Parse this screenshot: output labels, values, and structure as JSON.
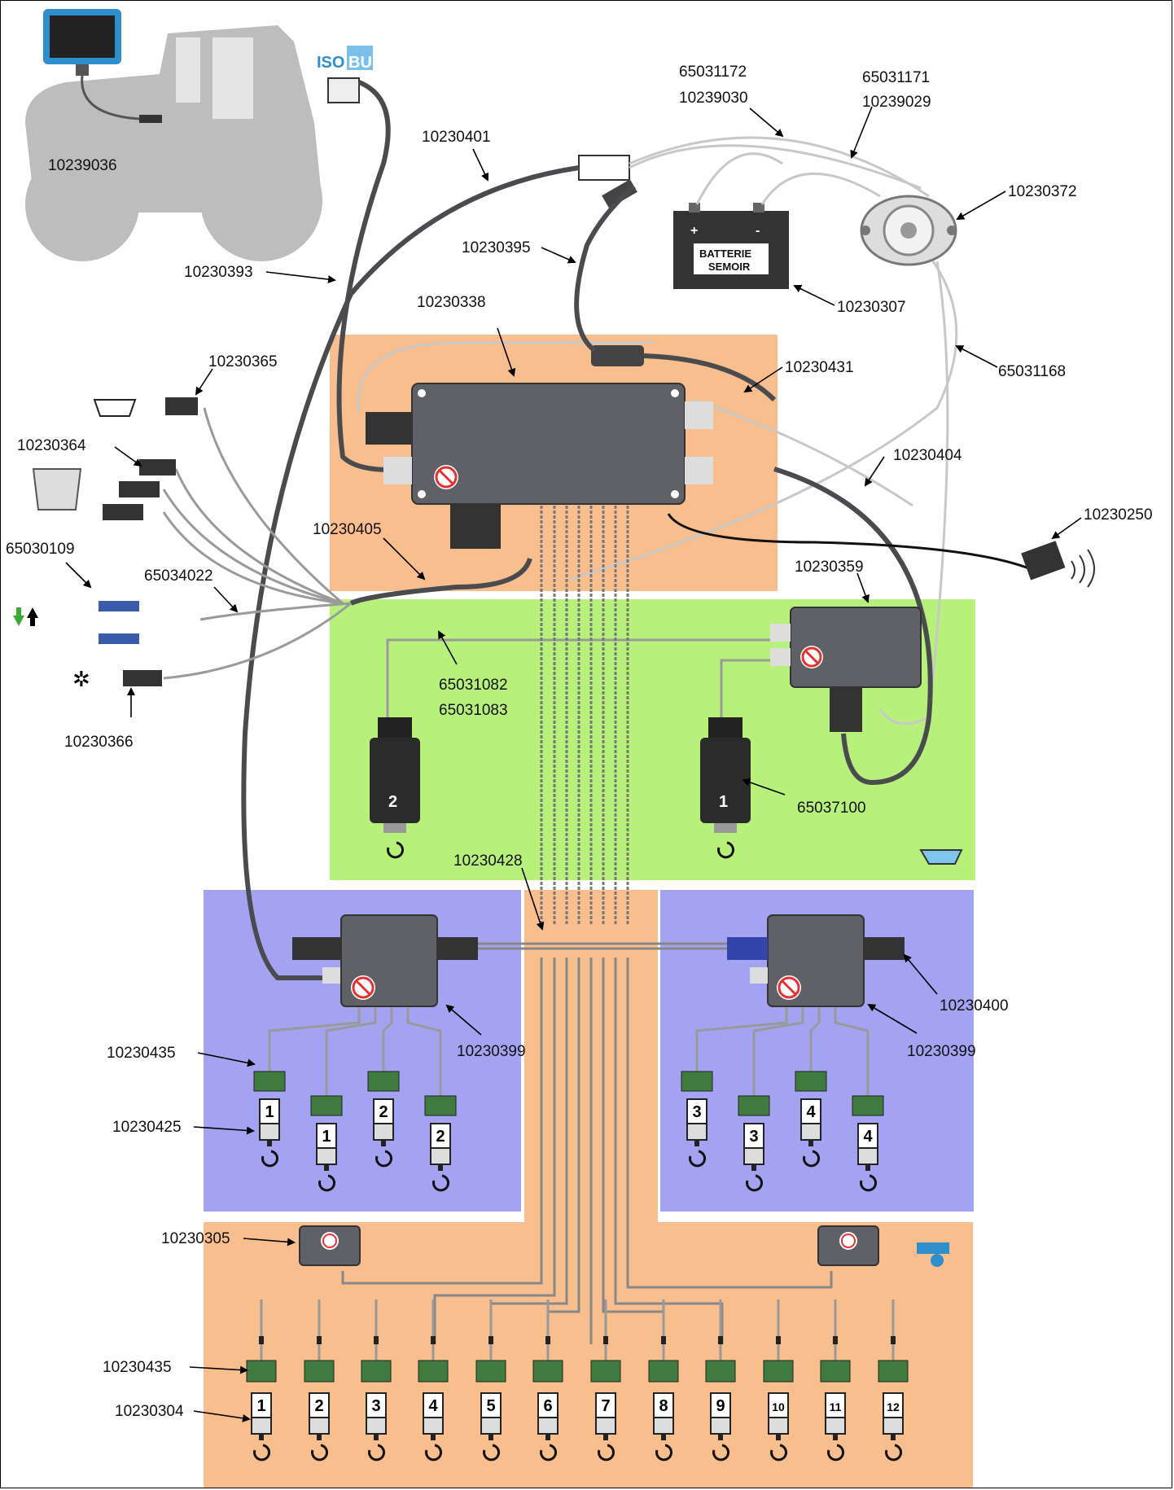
{
  "title": "",
  "colors": {
    "zone_orange": "#F9BE8E",
    "zone_green": "#B7F07A",
    "zone_purple": "#A4A3F2",
    "module": "#5F6166",
    "cable_dark": "#4A4B4F",
    "cable_light": "#C8C8C8",
    "sensor_green": "#3F7A3F",
    "isobus_blue": "#2E8FCC"
  },
  "isobus": {
    "text_a": "ISO",
    "text_b": "BUS"
  },
  "battery": {
    "line1": "BATTERIE",
    "line2": "SEMOIR",
    "plus": "+",
    "minus": "-"
  },
  "part_numbers": {
    "p10239036": "10239036",
    "p10230401": "10230401",
    "p65031172": "65031172",
    "p10239030": "10239030",
    "p65031171": "65031171",
    "p10239029": "10239029",
    "p10230372": "10230372",
    "p10230395": "10230395",
    "p10230393": "10230393",
    "p10230307": "10230307",
    "p10230338": "10230338",
    "p10230365": "10230365",
    "p10230431": "10230431",
    "p65031168": "65031168",
    "p10230364": "10230364",
    "p10230404": "10230404",
    "p10230250": "10230250",
    "p10230405": "10230405",
    "p65030109": "65030109",
    "p65034022": "65034022",
    "p10230359": "10230359",
    "p65031082": "65031082",
    "p65031083": "65031083",
    "p10230366": "10230366",
    "p65037100": "65037100",
    "p10230428": "10230428",
    "p10230400": "10230400",
    "p10230399_left": "10230399",
    "p10230399_right": "10230399",
    "p10230435_mid": "10230435",
    "p10230425": "10230425",
    "p10230305": "10230305",
    "p10230435_bottom": "10230435",
    "p10230304": "10230304"
  },
  "motors_green": [
    "2",
    "1"
  ],
  "fertilizer_motors_left": [
    "1",
    "1",
    "2",
    "2"
  ],
  "fertilizer_motors_right": [
    "3",
    "3",
    "4",
    "4"
  ],
  "row_units": [
    "1",
    "2",
    "3",
    "4",
    "5",
    "6",
    "7",
    "8",
    "9",
    "10",
    "11",
    "12"
  ]
}
